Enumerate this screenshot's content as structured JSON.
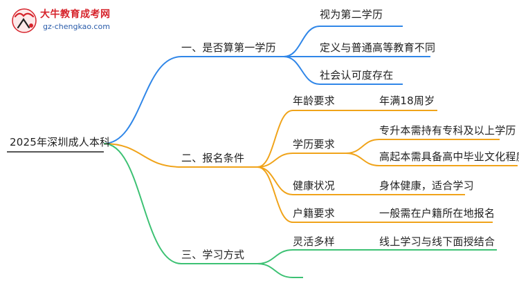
{
  "logo": {
    "title": "大牛教育成考网",
    "url": "gz-chengkao.com"
  },
  "colors": {
    "branch1": "#2f86e8",
    "branch2": "#f0a319",
    "branch3": "#3cc173"
  },
  "root": "2025年深圳成人本科",
  "branches": [
    {
      "label": "一、是否算第一学历",
      "children": [
        {
          "label": "视为第二学历"
        },
        {
          "label": "定义与普通高等教育不同"
        },
        {
          "label": "社会认可度存在"
        }
      ]
    },
    {
      "label": "二、报名条件",
      "children": [
        {
          "label": "年龄要求",
          "details": [
            "年满18周岁"
          ]
        },
        {
          "label": "学历要求",
          "details": [
            "专升本需持有专科及以上学历",
            "高起本需具备高中毕业文化程度"
          ]
        },
        {
          "label": "健康状况",
          "details": [
            "身体健康，适合学习"
          ]
        },
        {
          "label": "户籍要求",
          "details": [
            "一般需在户籍所在地报名"
          ]
        }
      ]
    },
    {
      "label": "三、学习方式",
      "children": [
        {
          "label": "灵活多样",
          "details": [
            "线上学习与线下面授结合"
          ]
        },
        {
          "label": ""
        }
      ]
    }
  ]
}
